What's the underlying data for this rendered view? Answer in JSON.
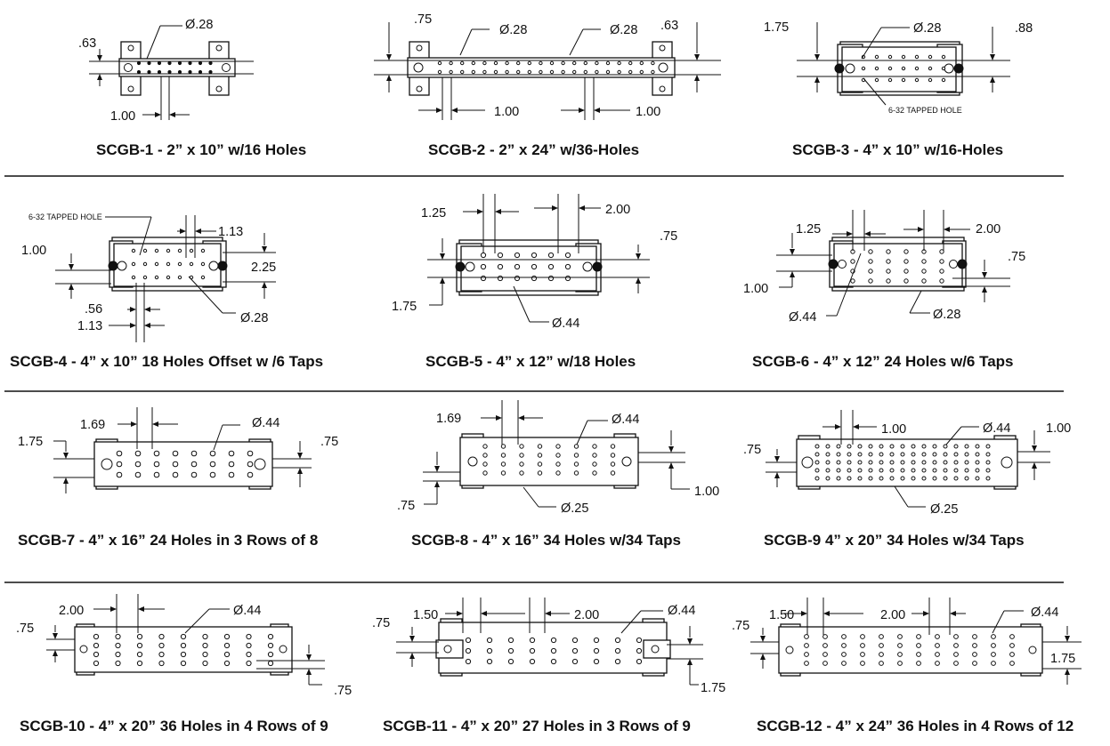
{
  "panels": [
    {
      "id": "scgb-1",
      "caption": "SCGB-1 - 2” x 10” w/16 Holes",
      "dims": [
        ".63",
        "Ø.28",
        "1.00"
      ]
    },
    {
      "id": "scgb-2",
      "caption": "SCGB-2 - 2” x 24” w/36-Holes",
      "dims": [
        ".75",
        "Ø.28",
        "Ø.28",
        ".63",
        "1.00",
        "1.00"
      ]
    },
    {
      "id": "scgb-3",
      "caption": "SCGB-3 - 4” x 10” w/16-Holes",
      "dims": [
        "1.75",
        "Ø.28",
        ".88"
      ],
      "note": "6-32 TAPPED HOLE"
    },
    {
      "id": "scgb-4",
      "caption": "SCGB-4 - 4” x 10” 18 Holes Offset w /6 Taps",
      "dims": [
        "1.00",
        "1.13",
        "2.25",
        ".56",
        "1.13",
        "Ø.28"
      ],
      "note": "6-32 TAPPED HOLE"
    },
    {
      "id": "scgb-5",
      "caption": "SCGB-5 - 4” x 12” w/18 Holes",
      "dims": [
        "1.25",
        "2.00",
        ".75",
        "1.75",
        "Ø.44"
      ]
    },
    {
      "id": "scgb-6",
      "caption": "SCGB-6 - 4” x 12” 24 Holes w/6 Taps",
      "dims": [
        "1.25",
        "2.00",
        ".75",
        "1.00",
        "Ø.44",
        "Ø.28"
      ]
    },
    {
      "id": "scgb-7",
      "caption": "SCGB-7 - 4” x 16” 24 Holes in 3 Rows of 8",
      "dims": [
        "1.69",
        "Ø.44",
        "1.75",
        ".75"
      ]
    },
    {
      "id": "scgb-8",
      "caption": "SCGB-8 - 4” x 16” 34 Holes w/34 Taps",
      "dims": [
        "1.69",
        "Ø.44",
        ".75",
        "1.00",
        "Ø.25"
      ]
    },
    {
      "id": "scgb-9",
      "caption": "SCGB-9 4” x 20” 34 Holes w/34 Taps",
      "dims": [
        "1.00",
        "Ø.44",
        "1.00",
        ".75",
        "Ø.25"
      ]
    },
    {
      "id": "scgb-10",
      "caption": "SCGB-10 - 4” x 20” 36 Holes in 4 Rows of 9",
      "dims": [
        "2.00",
        "Ø.44",
        ".75",
        ".75"
      ]
    },
    {
      "id": "scgb-11",
      "caption": "SCGB-11 - 4” x 20” 27 Holes in 3 Rows of 9",
      "dims": [
        ".75",
        "1.50",
        "2.00",
        "Ø.44",
        "1.75"
      ]
    },
    {
      "id": "scgb-12",
      "caption": "SCGB-12 - 4” x 24” 36 Holes in 4 Rows of 12",
      "dims": [
        ".75",
        "1.50",
        "2.00",
        "Ø.44",
        "1.75"
      ]
    }
  ]
}
